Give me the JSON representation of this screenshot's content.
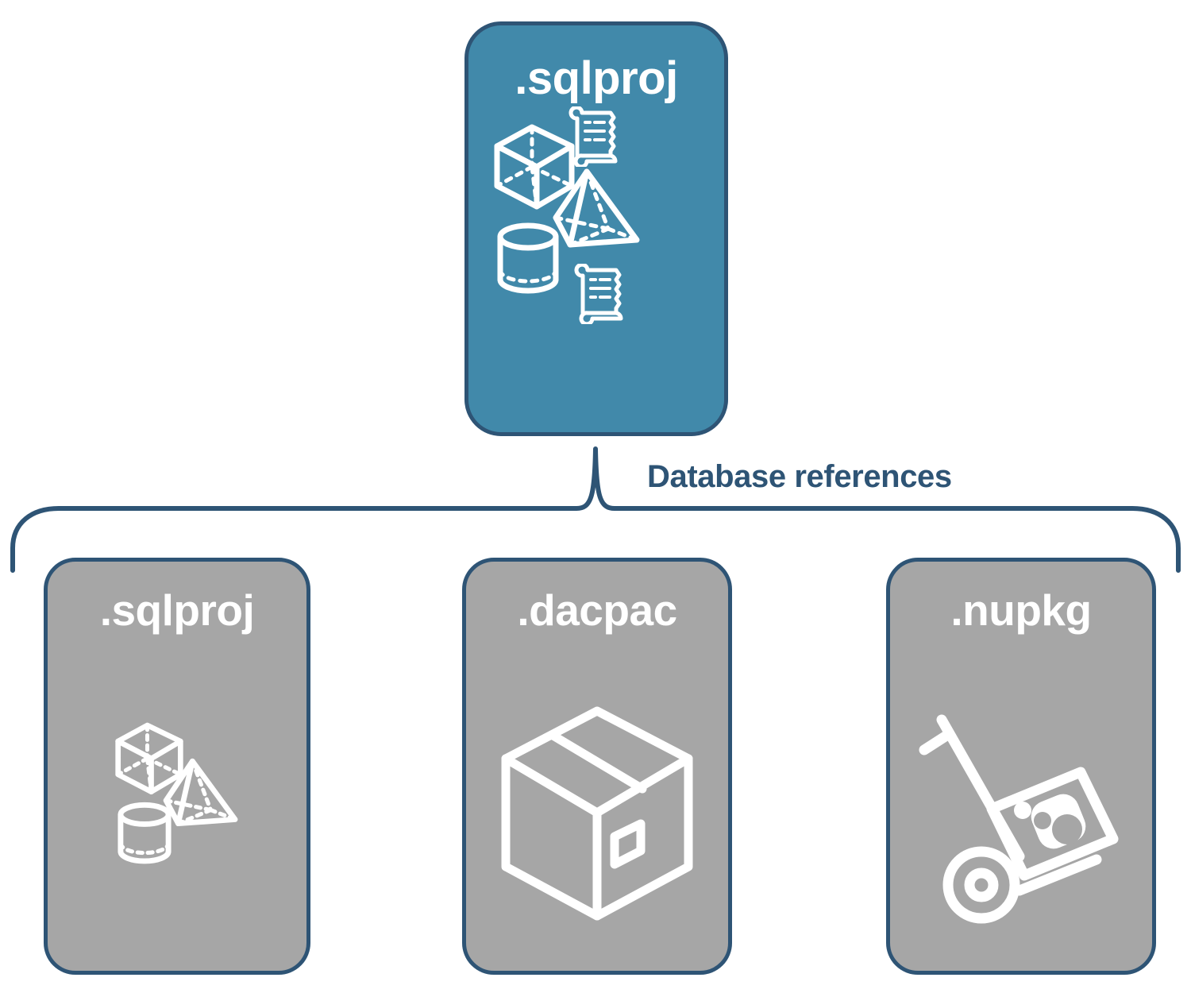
{
  "diagram": {
    "title_text": "Database references",
    "colors": {
      "accent_blue": "#4189aa",
      "border_navy": "#2e5475",
      "gray_card": "#a6a6a6",
      "icon_white": "#ffffff",
      "background": "#ffffff"
    }
  },
  "root_node": {
    "label": ".sqlproj",
    "fill": "#4189aa",
    "icons": [
      {
        "name": "cube-wireframe-icon"
      },
      {
        "name": "pyramid-wireframe-icon"
      },
      {
        "name": "cylinder-wireframe-icon"
      },
      {
        "name": "scroll-script-icon-top"
      },
      {
        "name": "scroll-script-icon-bottom"
      }
    ]
  },
  "connector": {
    "label": "Database references",
    "style": "curly-brace",
    "color": "#2e5475"
  },
  "reference_nodes": [
    {
      "label": ".sqlproj",
      "fill": "#a6a6a6",
      "icons": [
        {
          "name": "cube-wireframe-icon"
        },
        {
          "name": "pyramid-wireframe-icon"
        },
        {
          "name": "cylinder-wireframe-icon"
        }
      ]
    },
    {
      "label": ".dacpac",
      "fill": "#a6a6a6",
      "icons": [
        {
          "name": "package-box-icon"
        }
      ]
    },
    {
      "label": ".nupkg",
      "fill": "#a6a6a6",
      "icons": [
        {
          "name": "nuget-hand-truck-icon"
        }
      ]
    }
  ]
}
